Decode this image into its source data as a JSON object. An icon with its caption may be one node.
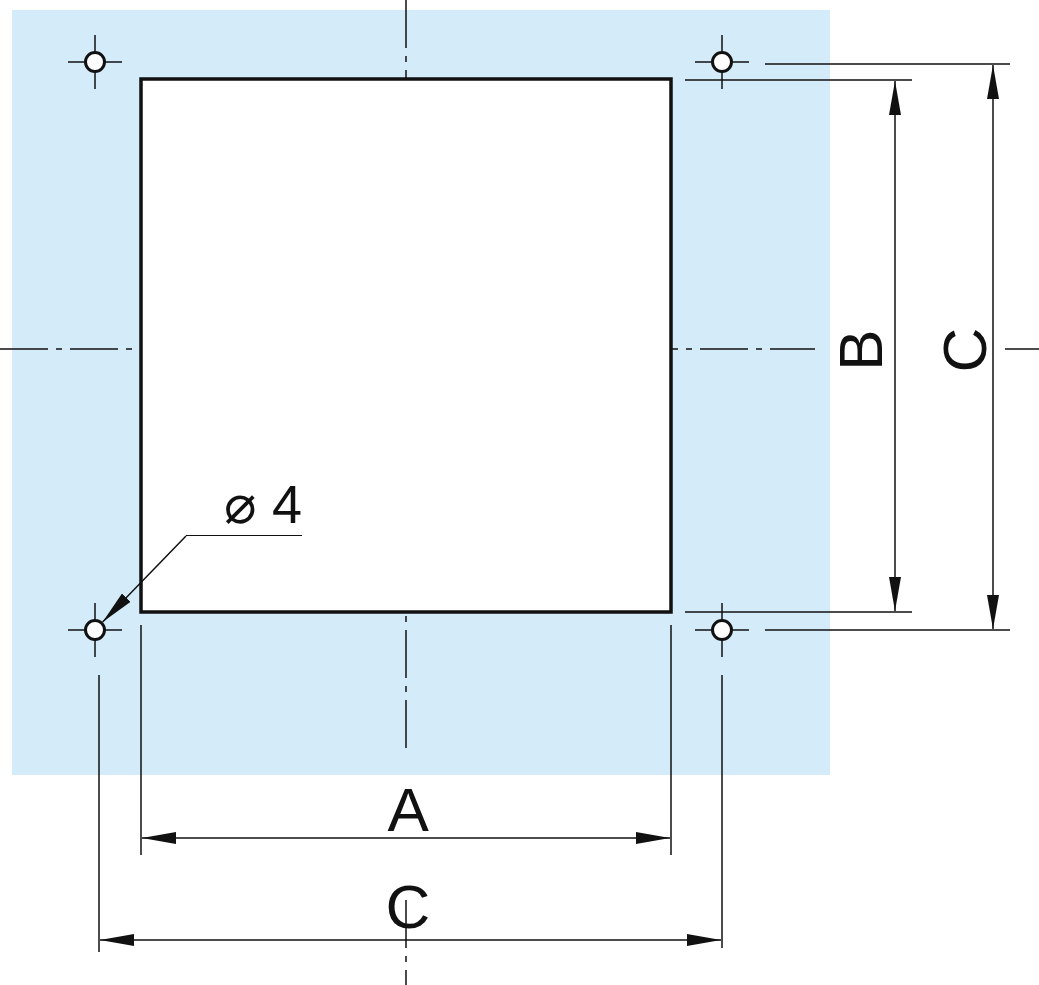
{
  "diagram": {
    "nodes": [
      {
        "text": [],
        "shape": "circle"
      },
      {
        "text": [],
        "shape": "circle"
      },
      {
        "text": [
          "⌀ 4"
        ]
      },
      {
        "text": [],
        "shape": "circle"
      },
      {
        "text": [],
        "shape": "circle"
      }
    ],
    "edges": [
      {
        "from": 2,
        "to": 3,
        "arrow": "to"
      }
    ],
    "labels": [
      "B",
      "C",
      "A",
      "C"
    ]
  }
}
